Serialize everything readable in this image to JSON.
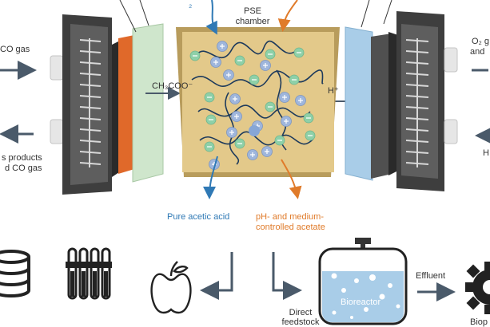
{
  "labels": {
    "top_partial_left": "₂",
    "top_partial_right": "",
    "left_in_gas": "CO gas",
    "left_out_line1": "s products",
    "left_out_line2": "d CO gas",
    "pse_chamber_line1": "PSE",
    "pse_chamber_line2": "chamber",
    "acetate_ion": "CH₃COO⁻",
    "proton": "H⁺",
    "pure_acetic_acid": "Pure acetic acid",
    "acetate_out_line1": "pH- and medium-",
    "acetate_out_line2": "controlled acetate",
    "right_in_line1": "O₂ g",
    "right_in_line2": "and",
    "right_out": "H",
    "direct_feedstock_line1": "Direct",
    "direct_feedstock_line2": "feedstock",
    "bioreactor": "Bioreactor",
    "effluent": "Effluent",
    "bioproducts_partial": "Biop"
  },
  "icons": [
    "database-icon",
    "test-tubes-icon",
    "apple-icon",
    "bioreactor-icon",
    "gear-icon"
  ],
  "colors": {
    "electrode_dark": "#444444",
    "catalyst_orange": "#e0692a",
    "anion_membrane": "#cfe6cc",
    "cation_membrane": "#a9cde8",
    "chamber_fill": "#e3c98a",
    "chamber_border": "#b89c5c",
    "anion": "#8ed0a8",
    "cation": "#9fb6dc",
    "acid_blue": "#2f79b5",
    "acetate_orange": "#e07b2a",
    "arrow_gray": "#4a5a6a"
  }
}
